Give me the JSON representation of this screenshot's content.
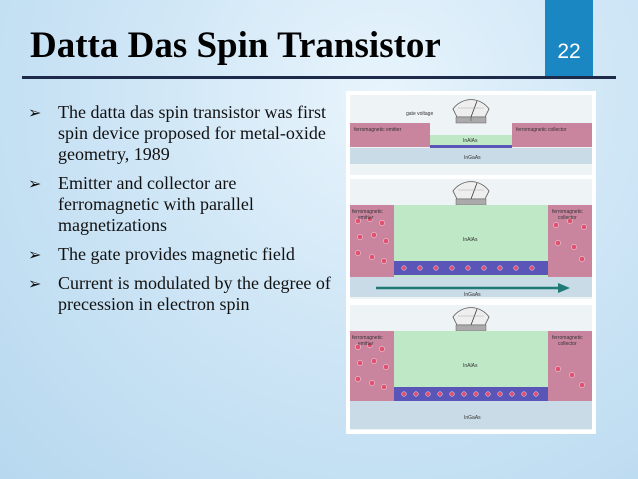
{
  "slide": {
    "title": "Datta Das Spin Transistor",
    "page_number": "22",
    "bullets": [
      "The datta das spin transistor was first spin device proposed for metal-oxide geometry, 1989",
      "Emitter and collector are ferromagnetic with parallel magnetizations",
      "The gate provides magnetic field",
      "Current is modulated by the degree of precession in electron spin"
    ]
  },
  "figure": {
    "panel1": {
      "gate_voltage": "gate voltage",
      "emitter": "ferromagnetic emitter",
      "collector": "ferromagnetic collector",
      "inalas": "InAlAs",
      "ingaas": "InGaAs"
    },
    "panel2": {
      "emitter_l1": "ferromagnetic",
      "emitter_l2": "emitter",
      "collector_l1": "ferromagnetic",
      "collector_l2": "collector",
      "inalas": "InAlAs",
      "ingaas": "InGaAs"
    },
    "panel3": {
      "emitter_l1": "ferromagnetic",
      "emitter_l2": "emitter",
      "collector_l1": "ferromagnetic",
      "collector_l2": "collector",
      "inalas": "InAlAs",
      "ingaas": "InGaAs"
    }
  },
  "colors": {
    "badge": "#1b87c2",
    "ferromagnet": "#c9859e",
    "inalas": "#bfe8c7",
    "ingaas": "#c9dbe6",
    "channel": "#5a56b8",
    "arrow": "#1f7a78"
  }
}
